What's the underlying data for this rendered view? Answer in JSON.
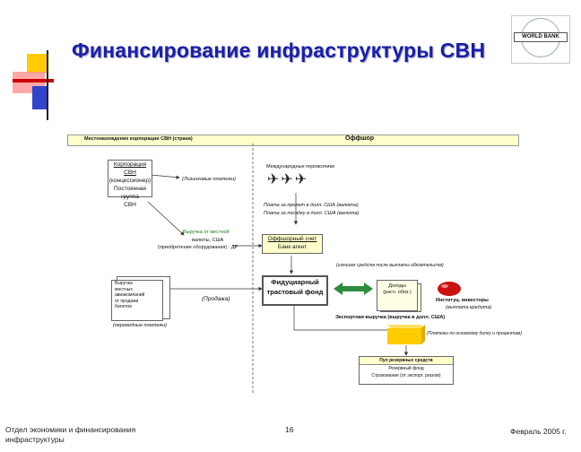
{
  "title": "Финансирование инфраструктуры СВН",
  "logo": {
    "label": "WORLD BANK"
  },
  "diagram": {
    "header_left": "Местонахождение корпорации СВН (страна)",
    "header_right": "Оффшор",
    "corp_box": [
      "Корпорация СВН",
      "(концессионер)",
      "Постоянная группа",
      "СВН"
    ],
    "lease_payments": "(Лизинговые платежи)",
    "intl_carriers": "Международные перевозчики",
    "fees_foreign": "Плата за пролет в долл. США (валюта)",
    "fees_landing": "Плата за посадку в долл. США (валюта)",
    "domestic_revenue": [
      "Выручка от местной",
      "валюты, США",
      "(приобретение оборудования) : ДР"
    ],
    "offshore_account": [
      "Оффшорный счет",
      "Банк агент"
    ],
    "surplus_note": "(излишек средств после выплаты обязательств)",
    "trust_fund": [
      "Фидуциарный",
      "трастовый фонд"
    ],
    "accounts_box": [
      "Доходы",
      "(расч. обяз.)"
    ],
    "institutional_investors": "Институц. инвесторы",
    "bond_repayment": "(выплата кредита)",
    "local_doc": [
      "Выручка",
      "местных",
      "авиакомпаний",
      "от продажи",
      "билетов"
    ],
    "sale": "(Продажа)",
    "local_currency": "(переводные платежи)",
    "export_revenue": "Экспортная выручка (выручка в долл. США)",
    "export_note": "(Платежи по основному долгу и процентам)",
    "bottom_box": [
      "Пул резервных средств",
      "Резервный фонд",
      "Страхование (от экспорт. рисков)"
    ]
  },
  "footer": {
    "left_line1": "Отдел экономики и финансирования",
    "left_line2": "инфраструктуры",
    "page": "16",
    "date": "Февраль 2005 г."
  },
  "colors": {
    "title": "#1a1fa8",
    "header_band": "#ffffcc",
    "yellow": "#ffcc00",
    "red": "#cc0000",
    "blue": "#2233cc",
    "green": "#228833"
  }
}
